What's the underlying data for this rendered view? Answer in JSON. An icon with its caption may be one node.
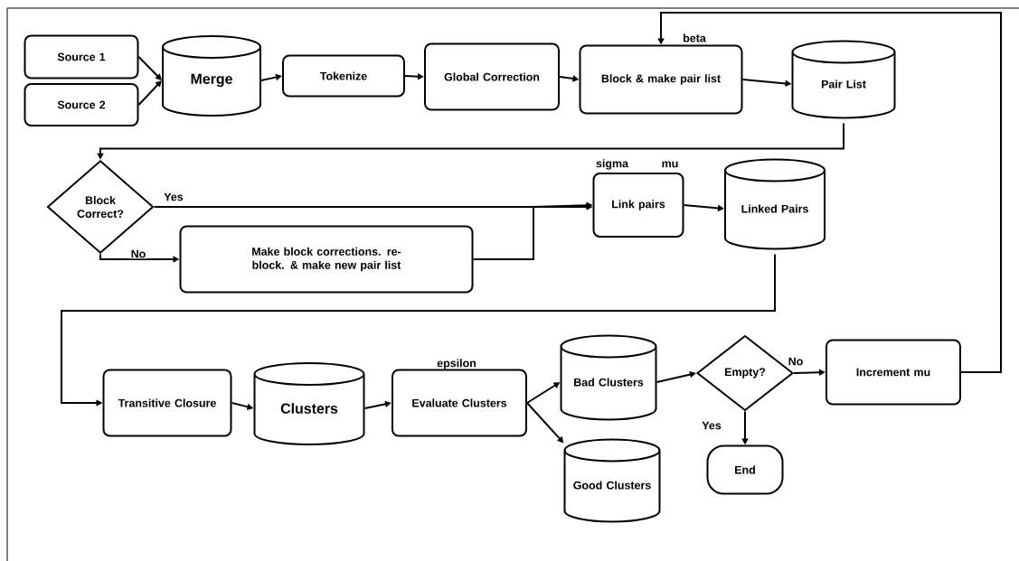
{
  "diagram": {
    "nodes": [
      {
        "text": [
          "Source 1"
        ]
      },
      {
        "text": [
          "Source 2"
        ]
      },
      {
        "text": [
          "Merge"
        ]
      },
      {
        "text": [
          "Tokenize"
        ]
      },
      {
        "text": [
          "Global Correction"
        ]
      },
      {
        "text": [
          "Block & make pair list"
        ],
        "beside": [
          "beta"
        ]
      },
      {
        "text": [
          "Pair List"
        ]
      },
      {
        "text": [
          "Block Correct?"
        ]
      },
      {
        "text": [
          "Make block corrections. re-block. & make new pair list"
        ]
      },
      {
        "text": [
          "Link pairs"
        ],
        "beside": [
          "sigma",
          "mu"
        ]
      },
      {
        "text": [
          "Linked Pairs"
        ]
      },
      {
        "text": [
          "Transitive Closure"
        ]
      },
      {
        "text": [
          "Clusters"
        ]
      },
      {
        "text": [
          "Evaluate Clusters"
        ],
        "beside": [
          "epsilon"
        ]
      },
      {
        "text": [
          "Bad Clusters"
        ]
      },
      {
        "text": [
          "Good Clusters"
        ]
      },
      {
        "text": [
          "Empty?"
        ]
      },
      {
        "text": [
          "Increment mu"
        ]
      },
      {
        "text": [
          "End"
        ]
      }
    ],
    "edges": [
      {
        "from": 0,
        "to": 2,
        "arrow": "to"
      },
      {
        "from": 1,
        "to": 2,
        "arrow": "to"
      },
      {
        "from": 2,
        "to": 3,
        "arrow": "to"
      },
      {
        "from": 3,
        "to": 4,
        "arrow": "to"
      },
      {
        "from": 4,
        "to": 5,
        "arrow": "to"
      },
      {
        "from": 5,
        "to": 6,
        "arrow": "to"
      },
      {
        "from": 6,
        "to": 7,
        "arrow": "to"
      },
      {
        "from": 7,
        "to": 9,
        "arrow": "to",
        "label": "Yes"
      },
      {
        "from": 7,
        "to": 8,
        "arrow": "to",
        "label": "No"
      },
      {
        "from": 8,
        "to": 9,
        "arrow": "to"
      },
      {
        "from": 9,
        "to": 10,
        "arrow": "to"
      },
      {
        "from": 10,
        "to": 11,
        "arrow": "to"
      },
      {
        "from": 11,
        "to": 12,
        "arrow": "to"
      },
      {
        "from": 12,
        "to": 13,
        "arrow": "to"
      },
      {
        "from": 13,
        "to": 14,
        "arrow": "to"
      },
      {
        "from": 13,
        "to": 15,
        "arrow": "to"
      },
      {
        "from": 14,
        "to": 16,
        "arrow": "to"
      },
      {
        "from": 16,
        "to": 17,
        "arrow": "to",
        "label": "No"
      },
      {
        "from": 16,
        "to": 18,
        "arrow": "to",
        "label": "Yes"
      },
      {
        "from": 17,
        "to": 5,
        "arrow": "to"
      }
    ]
  }
}
